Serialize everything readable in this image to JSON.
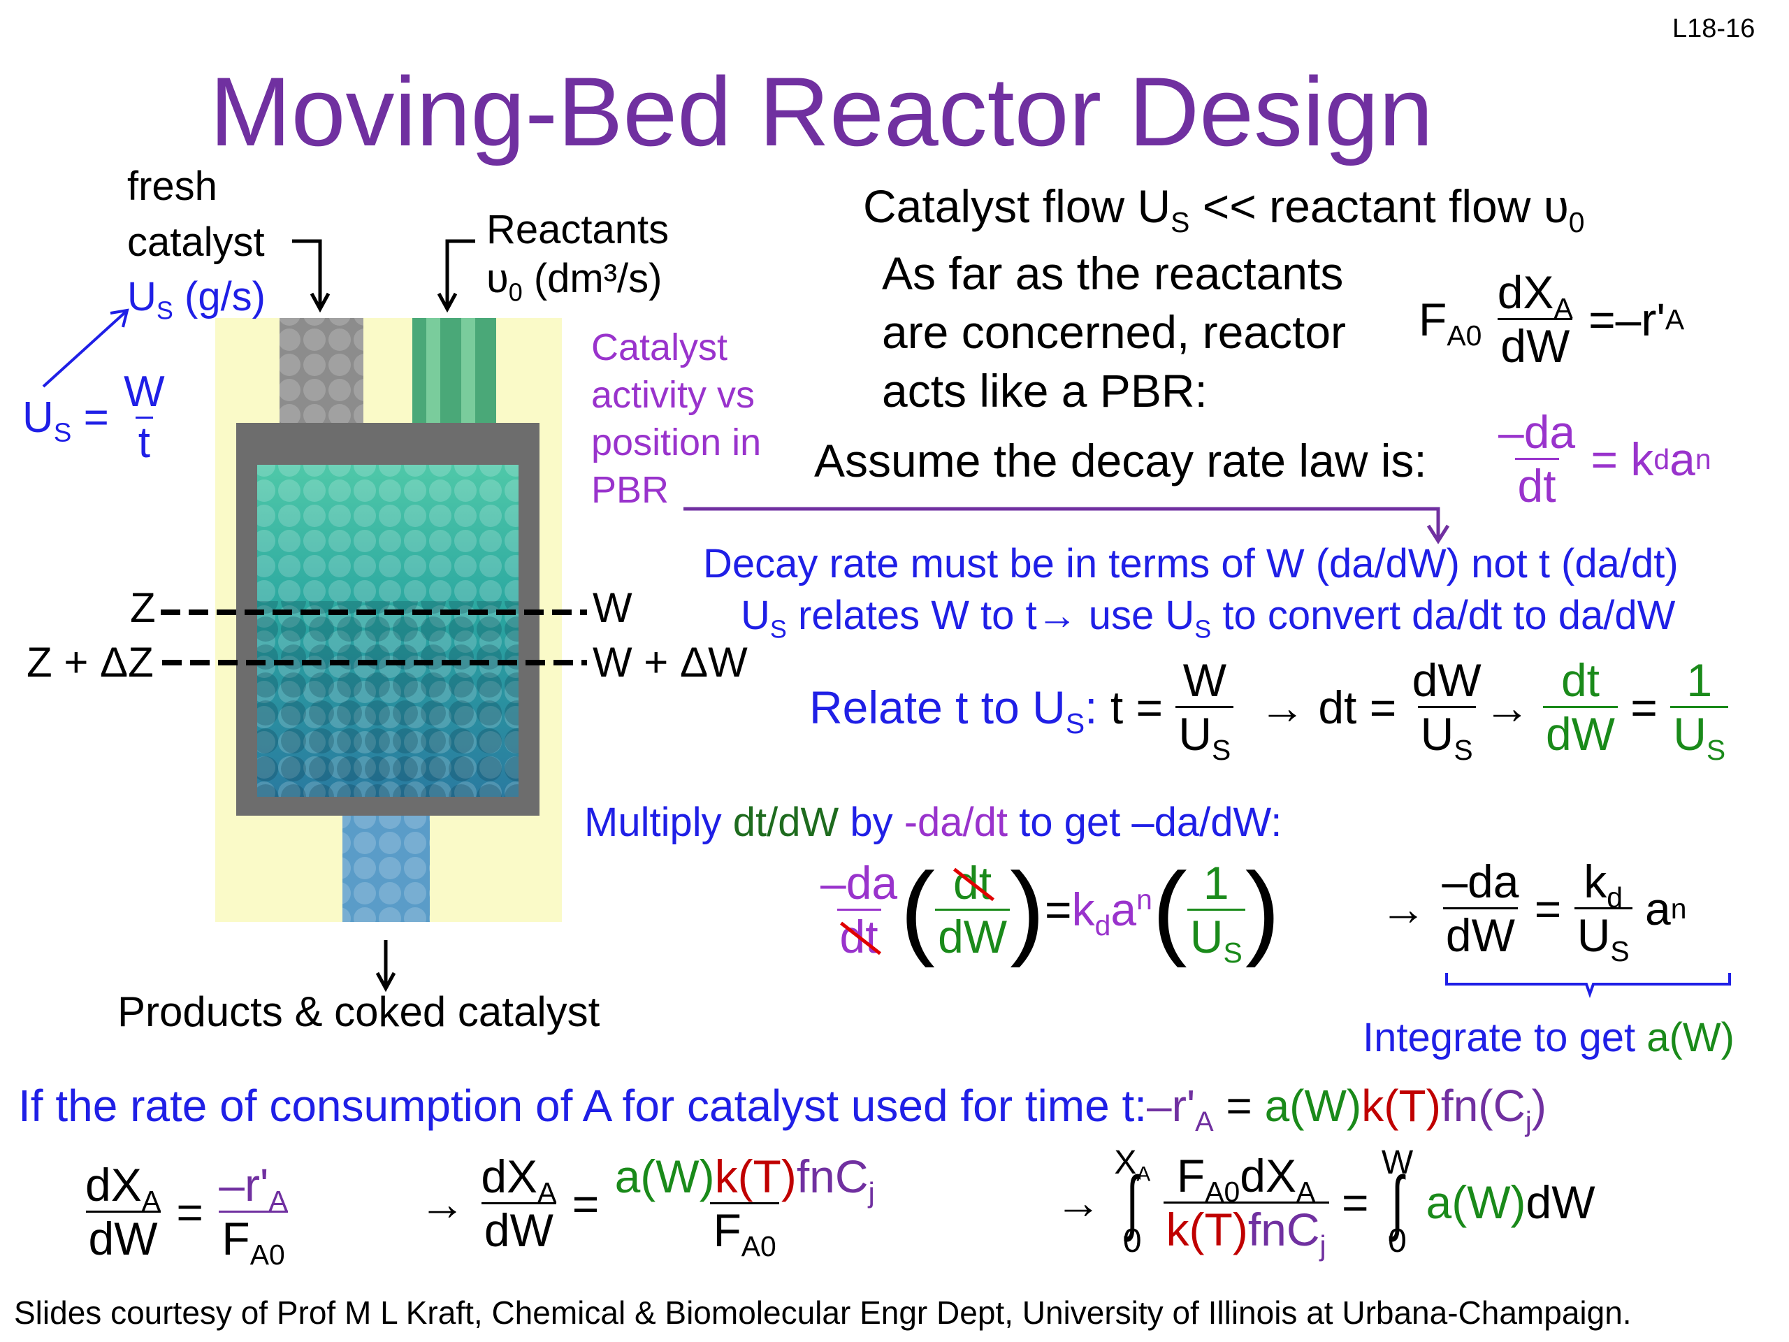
{
  "slide": {
    "page_number": "L18-16",
    "title": "Moving-Bed Reactor Design",
    "footer": "Slides courtesy of Prof M L Kraft, Chemical & Biomolecular Engr Dept, University of Illinois at Urbana-Champaign."
  },
  "diagram": {
    "fresh_catalyst_line1": "fresh",
    "fresh_catalyst_line2": "catalyst",
    "us_units": "(g/s)",
    "reactants": "Reactants",
    "reactant_flow_units": "(dm³/s)",
    "us_eq_num": "W",
    "us_eq_den": "t",
    "activity_note_1": "Catalyst",
    "activity_note_2": "activity vs",
    "activity_note_3": "position in",
    "activity_note_4": "PBR",
    "z_label": "Z",
    "z_dz_label": "Z + ΔZ",
    "w_label": "W",
    "w_dw_label": "W + ΔW",
    "products": "Products & coked catalyst"
  },
  "text": {
    "catalyst_flow": "Catalyst flow U",
    "catalyst_flow_tail": " << reactant flow υ",
    "pbr_line1": "As far as the reactants",
    "pbr_line2": "are concerned, reactor",
    "pbr_line3": "acts like a PBR:",
    "decay_assume": "Assume the decay rate law is:",
    "decay_terms": "Decay rate must be in terms of W (da/dW) not t (da/dt)",
    "us_relates_a": " relates W to t→ use U",
    "us_relates_b": "  to convert da/dt to da/dW",
    "relate_t": "Relate t to U",
    "multiply_a": "Multiply ",
    "multiply_b": "dt/dW",
    "multiply_c": " by ",
    "multiply_d": "-da/dt",
    "multiply_e": "  to get –da/dW:",
    "integrate_a": "Integrate to get ",
    "integrate_b": "a(W)",
    "rate_consumption": "If the rate of consumption of A for catalyst used for time t:"
  },
  "colors": {
    "title": "#7030a0",
    "blue_text": "#1f1fe6",
    "green_text": "#1a8a1a",
    "red_text": "#c00000",
    "violet_text": "#9933cc"
  }
}
